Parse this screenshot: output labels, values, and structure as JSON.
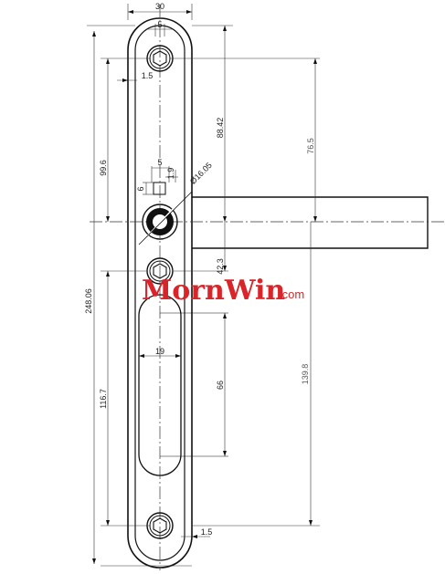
{
  "brand": {
    "logo_main": "MornWin",
    "logo_tld": ".com",
    "color": "#d9252a"
  },
  "dimensions": {
    "plate_width": "30",
    "top_hole_width": "5",
    "edge_offset_top": "1.5",
    "edge_offset_bottom": "1.5",
    "top_to_spindle": "99.6",
    "top_hole_to_spindle": "88.42",
    "spindle_to_bar": "76.5",
    "square_width": "5",
    "square_height": "6",
    "square_small": "1.9",
    "spindle_diameter": "Ø16.05",
    "spindle_to_hole": "42.3",
    "total_height": "248.06",
    "slot_width": "19",
    "slot_length": "66",
    "lower_span": "116.7",
    "spindle_to_bottom": "139.8"
  }
}
